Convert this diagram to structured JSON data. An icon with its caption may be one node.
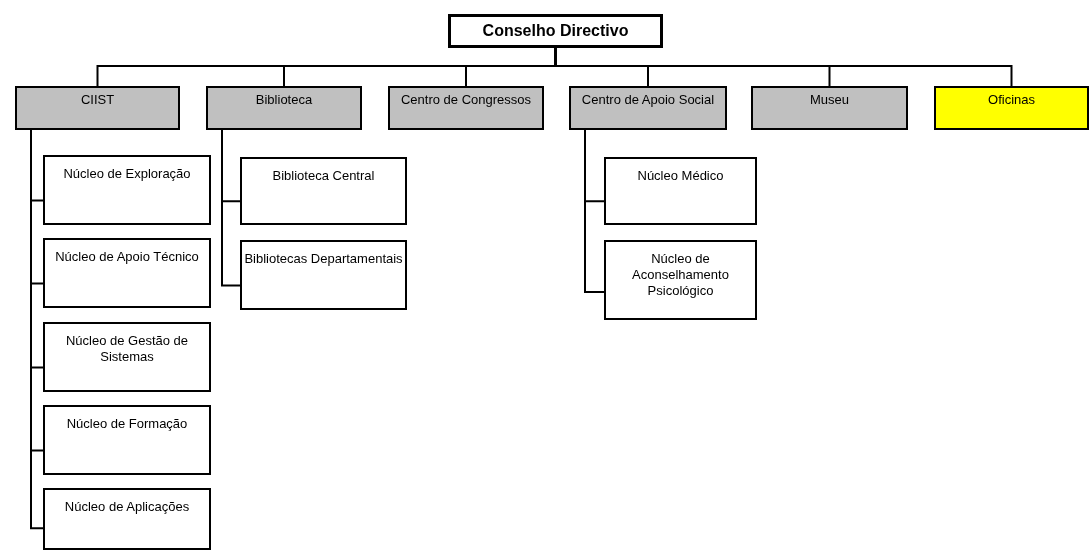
{
  "diagram": {
    "nodes": [
      {
        "text": [
          "Conselho Directivo"
        ]
      },
      {
        "text": [
          "CIIST"
        ]
      },
      {
        "text": [
          "Biblioteca"
        ]
      },
      {
        "text": [
          "Centro de Congressos"
        ]
      },
      {
        "text": [
          "Centro de Apoio Social"
        ]
      },
      {
        "text": [
          "Museu"
        ]
      },
      {
        "text": [
          "Oficinas"
        ]
      },
      {
        "text": [
          "Núcleo de Exploração"
        ]
      },
      {
        "text": [
          "Núcleo de Apoio Técnico"
        ]
      },
      {
        "text": [
          "Núcleo de Gestão de Sistemas"
        ]
      },
      {
        "text": [
          "Núcleo de Formação"
        ]
      },
      {
        "text": [
          "Núcleo de Aplicações"
        ]
      },
      {
        "text": [
          "Biblioteca Central"
        ]
      },
      {
        "text": [
          "Bibliotecas Departamentais"
        ]
      },
      {
        "text": [
          "Núcleo Médico"
        ]
      },
      {
        "text": [
          "Núcleo de Aconselhamento Psicológico"
        ]
      }
    ],
    "edges": [
      {
        "from": 0,
        "to": 1,
        "arrow": "none"
      },
      {
        "from": 0,
        "to": 2,
        "arrow": "none"
      },
      {
        "from": 0,
        "to": 3,
        "arrow": "none"
      },
      {
        "from": 0,
        "to": 4,
        "arrow": "none"
      },
      {
        "from": 0,
        "to": 5,
        "arrow": "none"
      },
      {
        "from": 0,
        "to": 6,
        "arrow": "none"
      },
      {
        "from": 1,
        "to": 7,
        "arrow": "none"
      },
      {
        "from": 1,
        "to": 8,
        "arrow": "none"
      },
      {
        "from": 1,
        "to": 9,
        "arrow": "none"
      },
      {
        "from": 1,
        "to": 10,
        "arrow": "none"
      },
      {
        "from": 1,
        "to": 11,
        "arrow": "none"
      },
      {
        "from": 2,
        "to": 12,
        "arrow": "none"
      },
      {
        "from": 2,
        "to": 13,
        "arrow": "none"
      },
      {
        "from": 4,
        "to": 14,
        "arrow": "none"
      },
      {
        "from": 4,
        "to": 15,
        "arrow": "none"
      }
    ]
  }
}
